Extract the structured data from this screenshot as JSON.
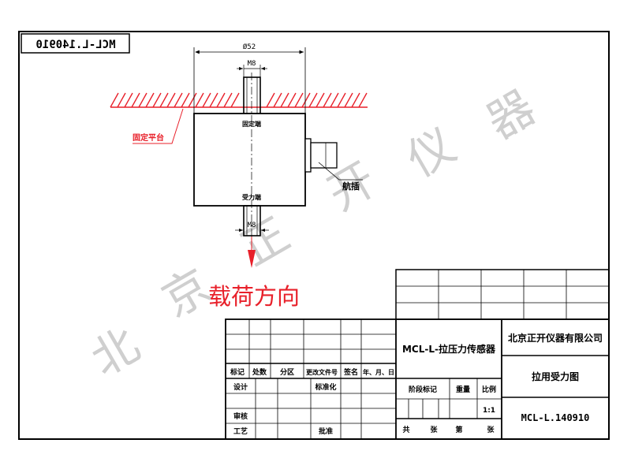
{
  "watermark": [
    "北",
    "京",
    "正",
    "开",
    "仪",
    "器"
  ],
  "drawing_code_mirrored": "MCL-L.140910",
  "dimensions": {
    "diameter": "Ø52",
    "thread_top": "M8",
    "thread_bottom": "M8"
  },
  "labels": {
    "fixed_platform": "固定平台",
    "fixed_end": "固定端",
    "force_end": "受力端",
    "connector": "航插",
    "load_direction": "载荷方向"
  },
  "title_block": {
    "headers": [
      "标记",
      "处数",
      "分区",
      "更改文件号",
      "签名",
      "年、月、日"
    ],
    "design": "设计",
    "standardize": "标准化",
    "review": "审核",
    "process": "工艺",
    "approve": "批准",
    "product_name": "MCL-L-拉压力传感器",
    "company": "北京正开仪器有限公司",
    "drawing_title": "拉用受力图",
    "stage_mark": "阶段标记",
    "weight": "重量",
    "scale_label": "比例",
    "scale_value": "1:1",
    "drawing_number": "MCL-L.140910",
    "total": "共",
    "sheets": "张",
    "sheet_no": "第",
    "sheet_unit": "张"
  },
  "colors": {
    "accent_red": "#e8202a",
    "line": "#000000",
    "watermark": "#cfcfcf"
  }
}
